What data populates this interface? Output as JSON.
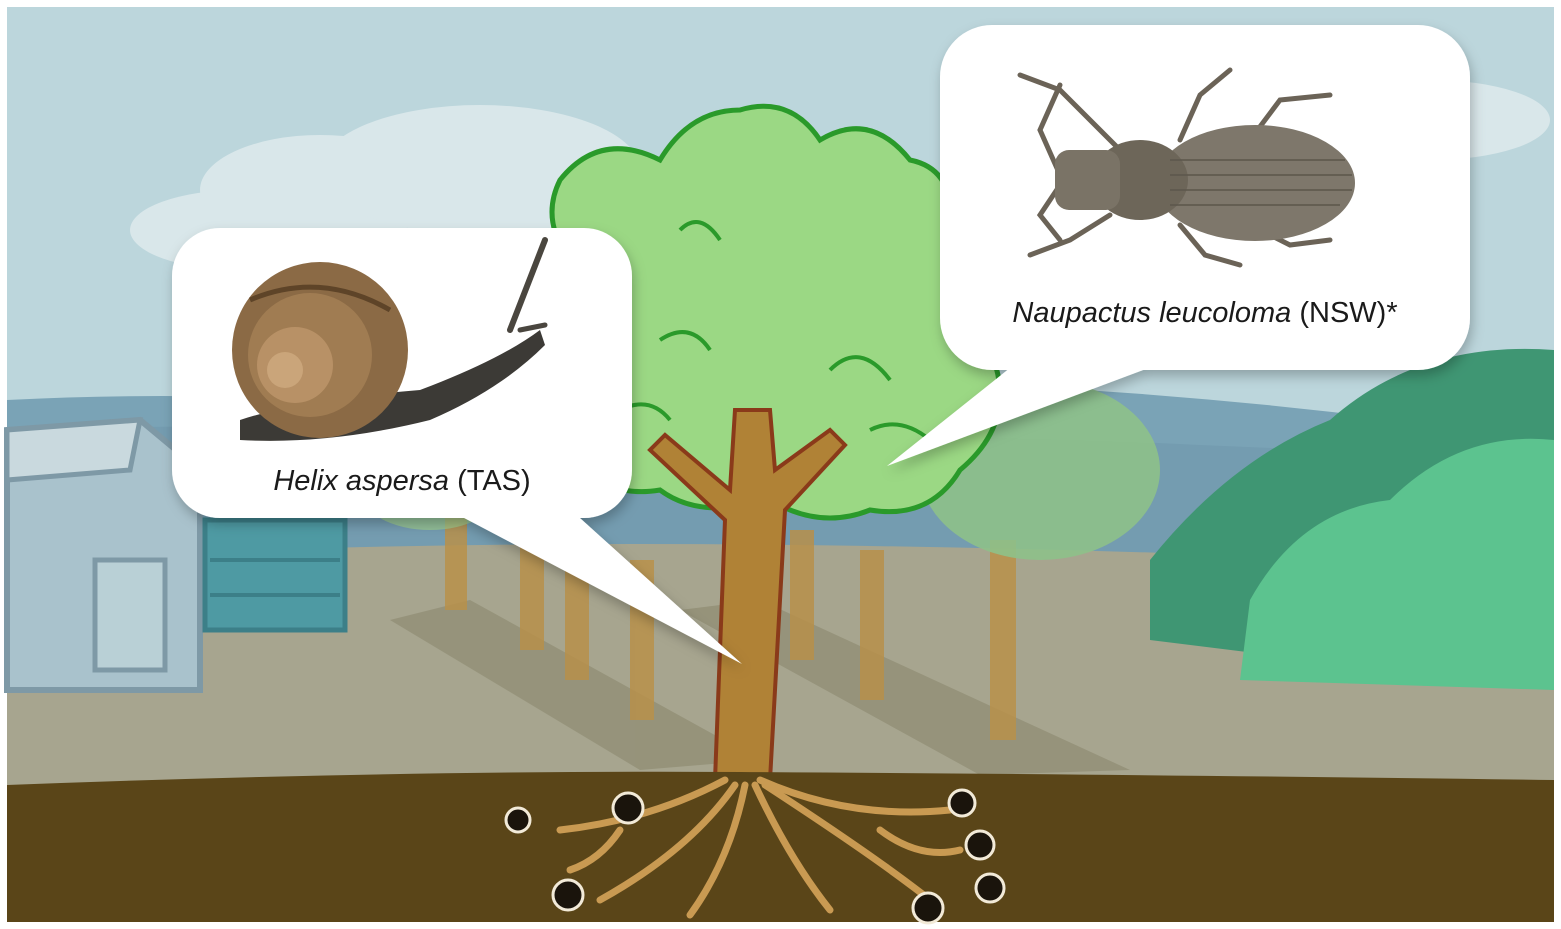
{
  "callouts": {
    "snail": {
      "species": "Helix aspersa",
      "region": "(TAS)",
      "icon": "snail-photo"
    },
    "weevil": {
      "species": "Naupactus leucoloma",
      "region": "(NSW)*",
      "icon": "weevil-photo"
    }
  },
  "colors": {
    "sky": "#bcd6dc",
    "mountains": "#7aa3b6",
    "field": "#a7a58f",
    "soil": "#5a4518",
    "tree_canopy": "#9bd884",
    "tree_outline": "#2a9a2a",
    "trunk": "#b08236",
    "bubble": "#ffffff"
  }
}
